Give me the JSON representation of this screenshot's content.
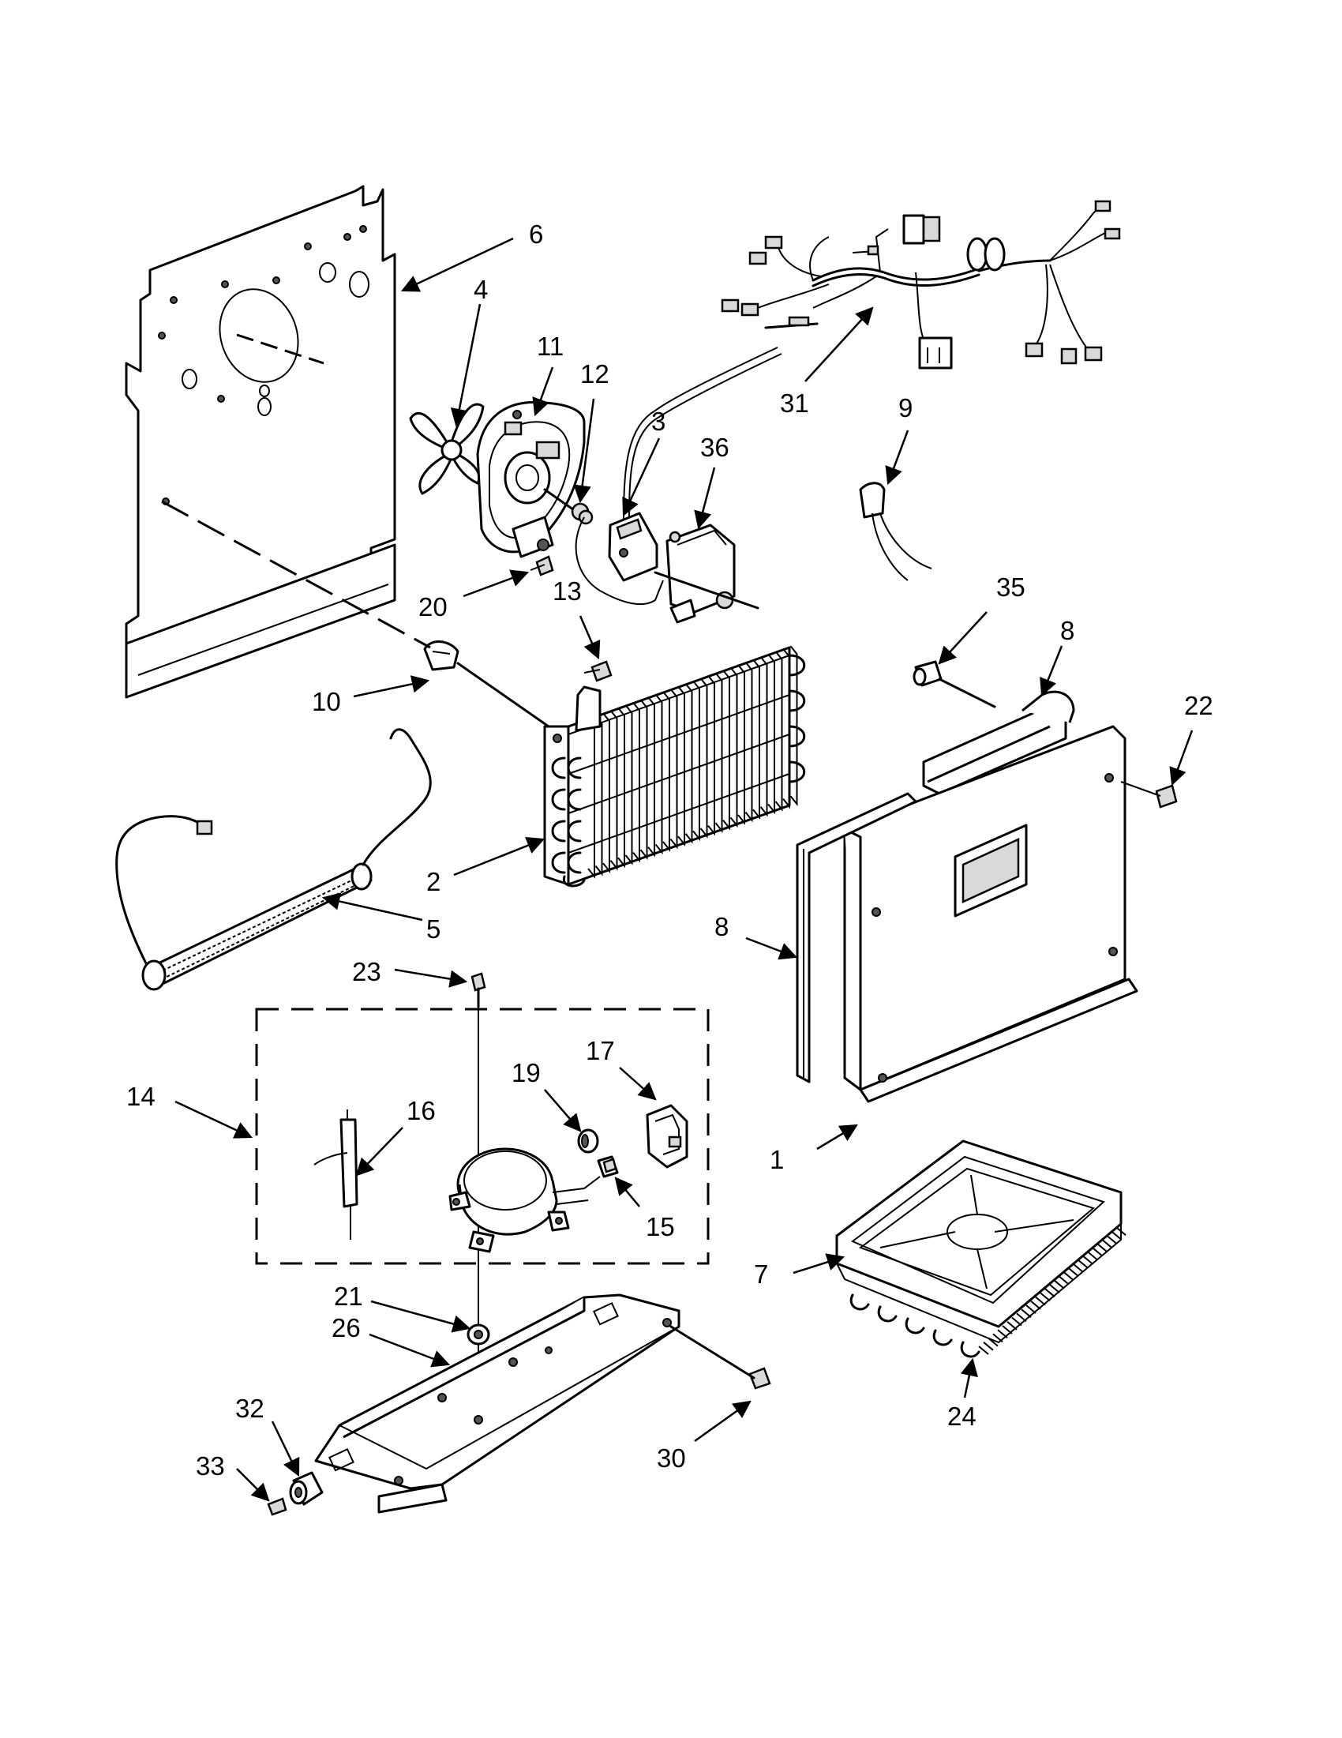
{
  "callouts": {
    "c1": "1",
    "c2": "2",
    "c3": "3",
    "c4": "4",
    "c5": "5",
    "c6": "6",
    "c7": "7",
    "c8a": "8",
    "c8b": "8",
    "c9": "9",
    "c10": "10",
    "c11": "11",
    "c12": "12",
    "c13": "13",
    "c14": "14",
    "c15": "15",
    "c16": "16",
    "c17": "17",
    "c19": "19",
    "c20": "20",
    "c21": "21",
    "c22": "22",
    "c23": "23",
    "c24": "24",
    "c26": "26",
    "c30": "30",
    "c31": "31",
    "c32": "32",
    "c33": "33",
    "c35": "35",
    "c36": "36"
  }
}
